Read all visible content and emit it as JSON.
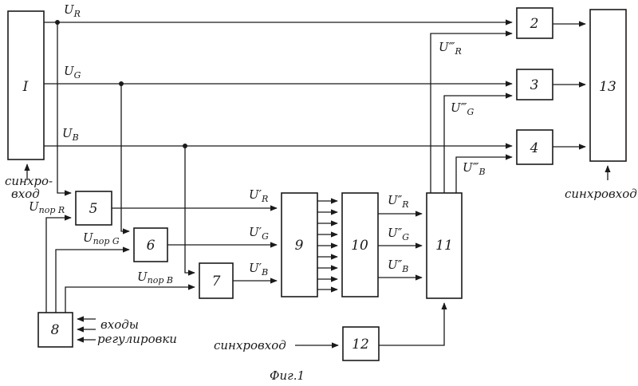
{
  "blocks": {
    "b1": "I",
    "b2": "2",
    "b3": "3",
    "b4": "4",
    "b5": "5",
    "b6": "6",
    "b7": "7",
    "b8": "8",
    "b9": "9",
    "b10": "10",
    "b11": "11",
    "b12": "12",
    "b13": "13"
  },
  "signals": {
    "ur": "U",
    "ur_sub": "R",
    "ug": "U",
    "ug_sub": "G",
    "ub": "U",
    "ub_sub": "B",
    "ur1": "U′",
    "ur1_sub": "R",
    "ug1": "U′",
    "ug1_sub": "G",
    "ub1": "U′",
    "ub1_sub": "B",
    "ur2": "U″",
    "ur2_sub": "R",
    "ug2": "U″",
    "ug2_sub": "G",
    "ub2": "U″",
    "ub2_sub": "B",
    "ur3": "U‴",
    "ur3_sub": "R",
    "ug3": "U‴",
    "ug3_sub": "G",
    "ub3": "U‴",
    "ub3_sub": "B",
    "uporR": "U",
    "uporR_sub": "пор R",
    "uporG": "U",
    "uporG_sub": "пор G",
    "uporB": "U",
    "uporB_sub": "пор B"
  },
  "labels": {
    "sync_in_left_1": "синхро-",
    "sync_in_left_2": "вход",
    "sync_in_right": "синхровход",
    "sync_in_bottom": "синхровход",
    "adjust_1": "входы",
    "adjust_2": "регулировки",
    "caption": "Фиг.1"
  }
}
